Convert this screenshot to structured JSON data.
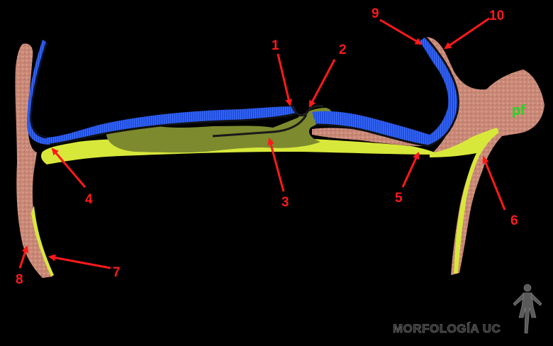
{
  "labels": {
    "n1": "1",
    "n2": "2",
    "n3": "3",
    "n4": "4",
    "n5": "5",
    "n6": "6",
    "n7": "7",
    "n8": "8",
    "n9": "9",
    "n10": "10",
    "pf": "pf"
  },
  "watermark": "MORFOLOGÍA UC",
  "colors": {
    "background": "#000000",
    "arrow": "#ff1a1a",
    "epithelium_blue": "#1f4ee0",
    "connective_pink": "#c98876",
    "olive_mass": "#7d8a2e",
    "yellow_layer": "#d8e83a",
    "pf_label": "#22d622"
  }
}
